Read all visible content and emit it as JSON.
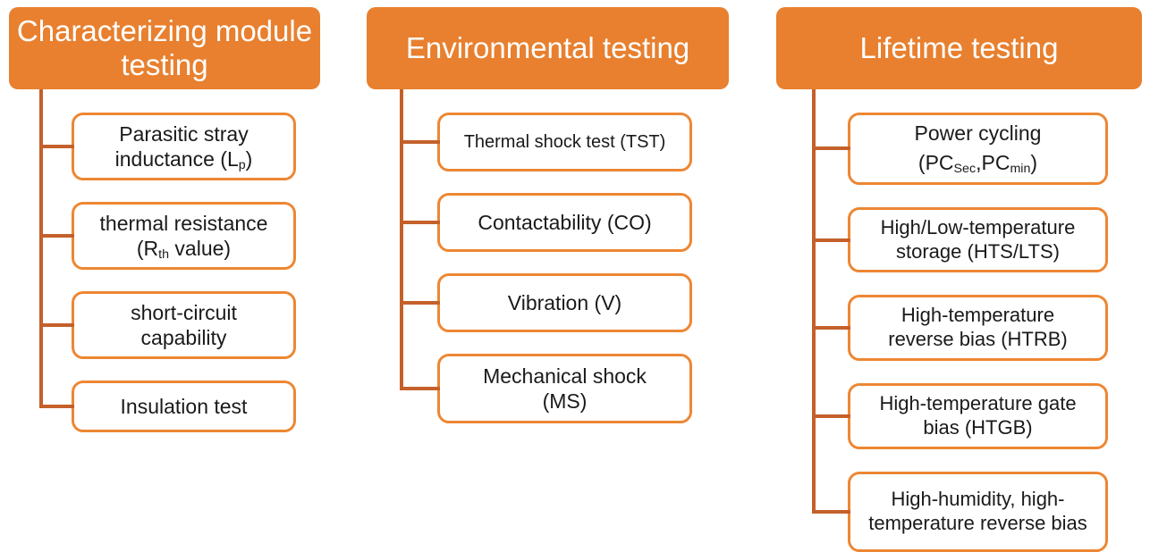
{
  "diagram": {
    "colors": {
      "header_fill": "#E8802F",
      "box_border": "#ED8733",
      "connector_line": "#C4602A",
      "header_text": "#FFFFFF",
      "item_text": "#1A1A1A",
      "background": "#FFFFFF"
    },
    "columns": [
      {
        "title": "Characterizing module testing",
        "items": [
          {
            "label": "Parasitic stray inductance (Lp)",
            "parts": [
              {
                "text": "Parasitic stray"
              },
              {
                "br": true
              },
              {
                "text": "inductance (L"
              },
              {
                "text": "p",
                "sub": true
              },
              {
                "text": ")"
              }
            ]
          },
          {
            "label": "thermal resistance (Rth value)",
            "parts": [
              {
                "text": "thermal resistance"
              },
              {
                "br": true
              },
              {
                "text": "(R"
              },
              {
                "text": "th",
                "sub": true
              },
              {
                "text": " value)"
              }
            ]
          },
          {
            "label": "short-circuit capability",
            "parts": [
              {
                "text": "short-circuit"
              },
              {
                "br": true
              },
              {
                "text": "capability"
              }
            ]
          },
          {
            "label": "Insulation test",
            "parts": [
              {
                "text": "Insulation test"
              }
            ]
          }
        ]
      },
      {
        "title": "Environmental testing",
        "items": [
          {
            "label": "Thermal shock test (TST)",
            "parts": [
              {
                "text": "Thermal shock test (TST)"
              }
            ]
          },
          {
            "label": "Contactability (CO)",
            "parts": [
              {
                "text": "Contactability (CO)"
              }
            ]
          },
          {
            "label": "Vibration (V)",
            "parts": [
              {
                "text": "Vibration (V)"
              }
            ]
          },
          {
            "label": "Mechanical shock (MS)",
            "parts": [
              {
                "text": "Mechanical shock"
              },
              {
                "br": true
              },
              {
                "text": "(MS)"
              }
            ]
          }
        ]
      },
      {
        "title": "Lifetime testing",
        "items": [
          {
            "label": "Power cycling (PCSec,PCmin)",
            "parts": [
              {
                "text": "Power cycling"
              },
              {
                "br": true
              },
              {
                "text": "(PC"
              },
              {
                "text": "Sec",
                "sub": true
              },
              {
                "text": ",PC"
              },
              {
                "text": "min",
                "sub": true
              },
              {
                "text": ")"
              }
            ]
          },
          {
            "label": "High/Low-temperature storage (HTS/LTS)",
            "parts": [
              {
                "text": "High/Low-temperature"
              },
              {
                "br": true
              },
              {
                "text": "storage (HTS/LTS)"
              }
            ]
          },
          {
            "label": "High-temperature reverse bias (HTRB)",
            "parts": [
              {
                "text": "High-temperature"
              },
              {
                "br": true
              },
              {
                "text": "reverse bias (HTRB)"
              }
            ]
          },
          {
            "label": "High-temperature gate bias (HTGB)",
            "parts": [
              {
                "text": "High-temperature gate"
              },
              {
                "br": true
              },
              {
                "text": "bias (HTGB)"
              }
            ]
          },
          {
            "label": "High-humidity, high-temperature reverse bias",
            "parts": [
              {
                "text": "High-humidity, high-"
              },
              {
                "br": true
              },
              {
                "text": "temperature reverse bias"
              }
            ]
          }
        ]
      }
    ]
  }
}
